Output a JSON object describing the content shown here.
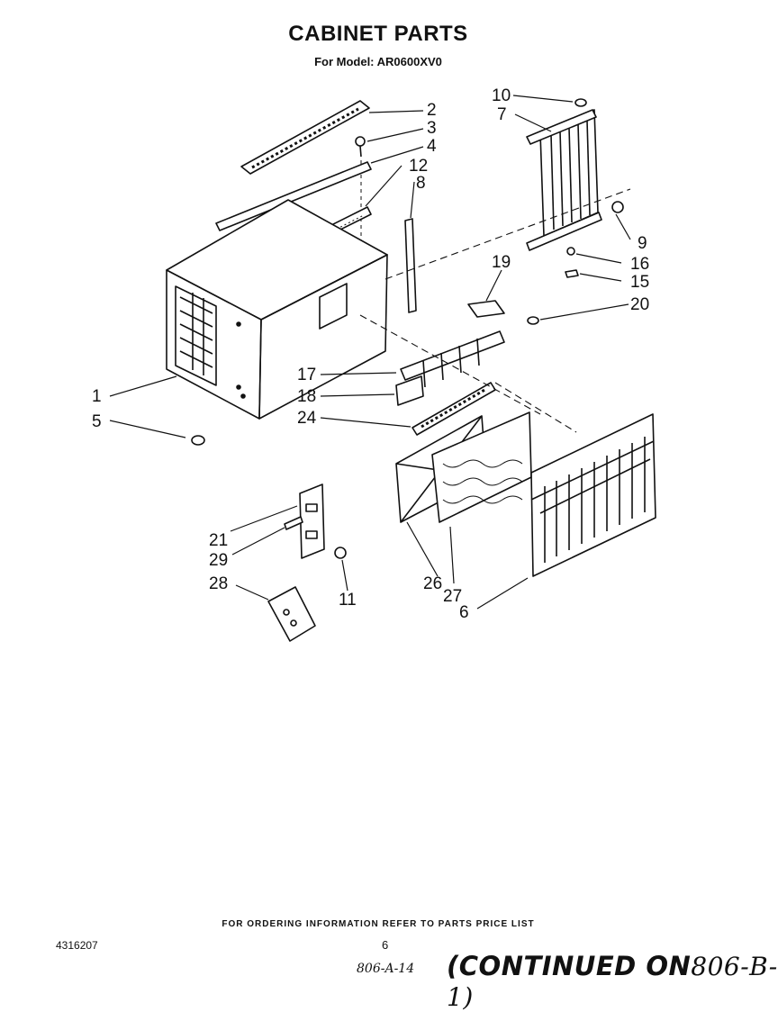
{
  "header": {
    "title": "CABINET PARTS",
    "subtitle": "For Model: AR0600XV0"
  },
  "callouts": [
    {
      "id": "1",
      "label": "1"
    },
    {
      "id": "2",
      "label": "2"
    },
    {
      "id": "3",
      "label": "3"
    },
    {
      "id": "4",
      "label": "4"
    },
    {
      "id": "5",
      "label": "5"
    },
    {
      "id": "6",
      "label": "6"
    },
    {
      "id": "7",
      "label": "7"
    },
    {
      "id": "8",
      "label": "8"
    },
    {
      "id": "9",
      "label": "9"
    },
    {
      "id": "10",
      "label": "10"
    },
    {
      "id": "11",
      "label": "11"
    },
    {
      "id": "12",
      "label": "12"
    },
    {
      "id": "15",
      "label": "15"
    },
    {
      "id": "16",
      "label": "16"
    },
    {
      "id": "17",
      "label": "17"
    },
    {
      "id": "18",
      "label": "18"
    },
    {
      "id": "19",
      "label": "19"
    },
    {
      "id": "20",
      "label": "20"
    },
    {
      "id": "21",
      "label": "21"
    },
    {
      "id": "24",
      "label": "24"
    },
    {
      "id": "26",
      "label": "26"
    },
    {
      "id": "27",
      "label": "27"
    },
    {
      "id": "28",
      "label": "28"
    },
    {
      "id": "29",
      "label": "29"
    }
  ],
  "footer": {
    "note": "FOR ORDERING INFORMATION REFER TO PARTS PRICE LIST",
    "doc_number": "4316207",
    "page_number": "6",
    "handwritten_ref": "806-A-14",
    "continued_label": "(CONTINUED ON",
    "continued_ref": "806-B-1)"
  }
}
